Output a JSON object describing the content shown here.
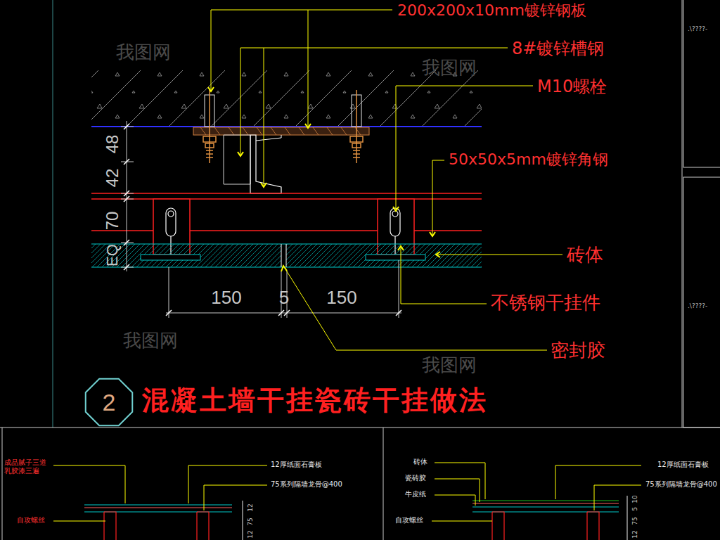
{
  "diagram": {
    "title": "混凝土墙干挂瓷砖干挂做法",
    "nodes": [
      {
        "text": [
          "2"
        ]
      }
    ],
    "labels": [
      "200x200x10mm镀锌钢板",
      "8#镀锌槽钢",
      "M10螺栓",
      "50x50x5mm镀锌角钢",
      "砖体",
      "不锈钢干挂件",
      "密封胶",
      "48",
      "42",
      "70",
      "EQ",
      "150",
      "5",
      "150",
      ".\\????-",
      ".\\????-",
      "成品腻子三道 乳胶漆三遍",
      "自攻螺丝",
      "12厚纸面石膏板",
      "75系列隔墙龙骨@400",
      "12",
      "75",
      "12",
      "砖体",
      "瓷砖胶",
      "牛皮纸",
      "自攻螺丝",
      "12厚纸面石膏板",
      "75系列隔墙龙骨@400",
      "10",
      "5",
      "75",
      "12",
      "我图网",
      "我图网",
      "我图网",
      "我图网"
    ]
  }
}
